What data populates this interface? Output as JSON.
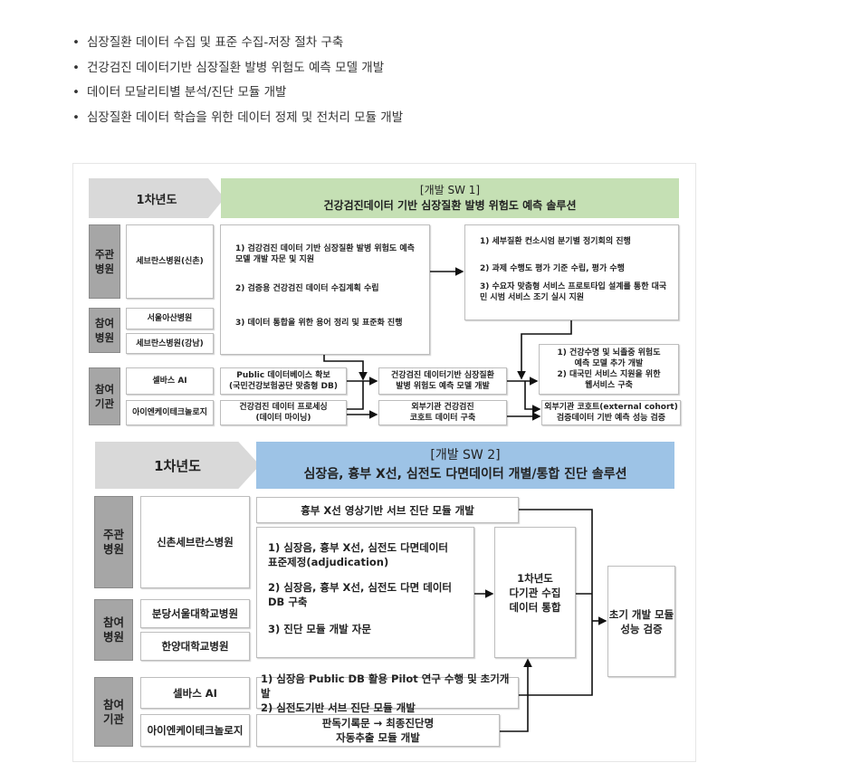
{
  "bullets": [
    "심장질환 데이터 수집 및 표준 수집-저장 절차 구축",
    "건강검진 데이터기반 심장질환 발병 위험도 예측 모델 개발",
    "데이터 모달리티별 분석/진단 모듈 개발",
    "심장질환 데이터 학습을 위한 데이터 정제 및 전처리 모듈 개발"
  ],
  "sw1": {
    "year": "1차년도",
    "title_tag": "[개발 SW 1]",
    "title": "건강검진데이터 기반 심장질환 발병 위험도 예측 솔루션",
    "lead_label": "주관 병원",
    "lead_hospital": "세브란스병원(신촌)",
    "part_hosp_label": "참여 병원",
    "part_hospitals": [
      "서울아산병원",
      "세브란스병원(강남)"
    ],
    "part_org_label": "참여 기관",
    "part_orgs": [
      "셀바스 AI",
      "아이엔케이테크놀로지"
    ],
    "main_tasks": [
      "1) 검강검진 데이터 기반 심장질환 발병 위험도 예측 모델 개발 자문 및 지원",
      "2) 검증용 건강검진 데이터 수집계획 수립",
      "3) 데이터 통합을 위한 용어 정리 및 표준화 진행"
    ],
    "mgmt_tasks": [
      "1) 세부질환 컨소시엄 분기별 정기회의 진행",
      "2) 과제 수행도 평가 기준 수립, 평가 수행",
      "3) 수요자 맞춤형 서비스 프로토타입 설계를 통한 대국민 시범 서비스 조기 실시 지원"
    ],
    "org_task_1": [
      "Public 데이터베이스 확보",
      "(국민건강보험공단 맞춤형 DB)"
    ],
    "org_task_2": [
      "건강검진 데이터 프로세싱",
      "(데이터 마이닝)"
    ],
    "model_dev": [
      "건강검진 데이터기반 심장질환",
      "발병 위험도 예측 모델 개발"
    ],
    "cohort_build": [
      "외부기관 건강검진",
      "코호트 데이터 구축"
    ],
    "extra_dev": [
      "1) 건강수명 및 뇌졸중 위험도",
      "예측 모델 추가 개발",
      "2) 대국민 서비스 지원을 위한",
      "웹서비스 구축"
    ],
    "validation": [
      "외부기관 코호트(external cohort)",
      "검증데이터 기반 예측 성능 검증"
    ]
  },
  "sw2": {
    "year": "1차년도",
    "title_tag": "[개발 SW 2]",
    "title": "심장음, 흉부 X선, 심전도 다면데이터 개별/통합 진단 솔루션",
    "lead_label": "주관 병원",
    "lead_hospital": "신촌세브란스병원",
    "part_hosp_label": "참여 병원",
    "part_hospitals": [
      "분당서울대학교병원",
      "한양대학교병원"
    ],
    "part_org_label": "참여 기관",
    "part_orgs": [
      "셀바스 AI",
      "아이엔케이테크놀로지"
    ],
    "xray": "흉부 X선 영상기반 서브 진단 모듈 개발",
    "main_tasks": [
      "1) 심장음, 흉부 X선, 심전도 다면데이터 표준제정(adjudication)",
      "2) 심장음, 흉부 X선, 심전도 다면 데이터 DB 구축",
      "3) 진단 모듈 개발 자문"
    ],
    "integration": [
      "1차년도",
      "다기관 수집",
      "데이터 통합"
    ],
    "validation": [
      "초기 개발 모듈",
      "성능 검증"
    ],
    "org_tasks": [
      "1) 심장음 Public DB 활용 Pilot 연구 수행 및 초기개발",
      "2) 심전도기반 서브 진단 모듈 개발"
    ],
    "extract": [
      "판독기록문 → 최종진단명",
      "자동추출 모듈 개발"
    ]
  },
  "colors": {
    "sw1_header": "#c5e0b4",
    "sw2_header": "#9dc3e6",
    "label": "#a6a6a6",
    "year": "#d9d9d9"
  }
}
